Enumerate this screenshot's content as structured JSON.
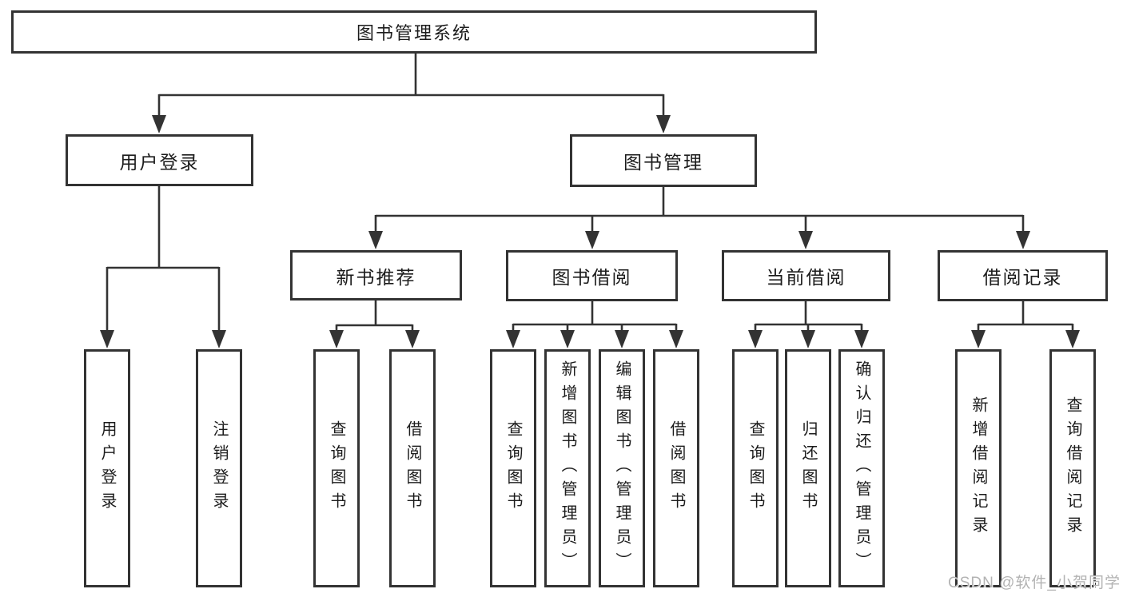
{
  "diagram": {
    "title_node": "图书管理系统",
    "level2": {
      "user_login": "用户登录",
      "book_mgmt": "图书管理"
    },
    "level3": {
      "new_books": "新书推荐",
      "book_borrow": "图书借阅",
      "current_borrow": "当前借阅",
      "borrow_records": "借阅记录"
    },
    "leaves": {
      "user_login": [
        "用户登录",
        "注销登录"
      ],
      "new_books": [
        "查询图书",
        "借阅图书"
      ],
      "book_borrow": [
        "查询图书",
        "新增图书（管理员）",
        "编辑图书（管理员）",
        "借阅图书"
      ],
      "current_borrow": [
        "查询图书",
        "归还图书",
        "确认归还（管理员）"
      ],
      "borrow_records": [
        "新增借阅记录",
        "查询借阅记录"
      ]
    }
  },
  "watermark": {
    "text": "CSDN @软件_小贺同学"
  },
  "colors": {
    "line": "#333333",
    "box_border": "#333333",
    "text": "#1c1c1c",
    "watermark": "#b3b3b3",
    "background": "#ffffff"
  }
}
